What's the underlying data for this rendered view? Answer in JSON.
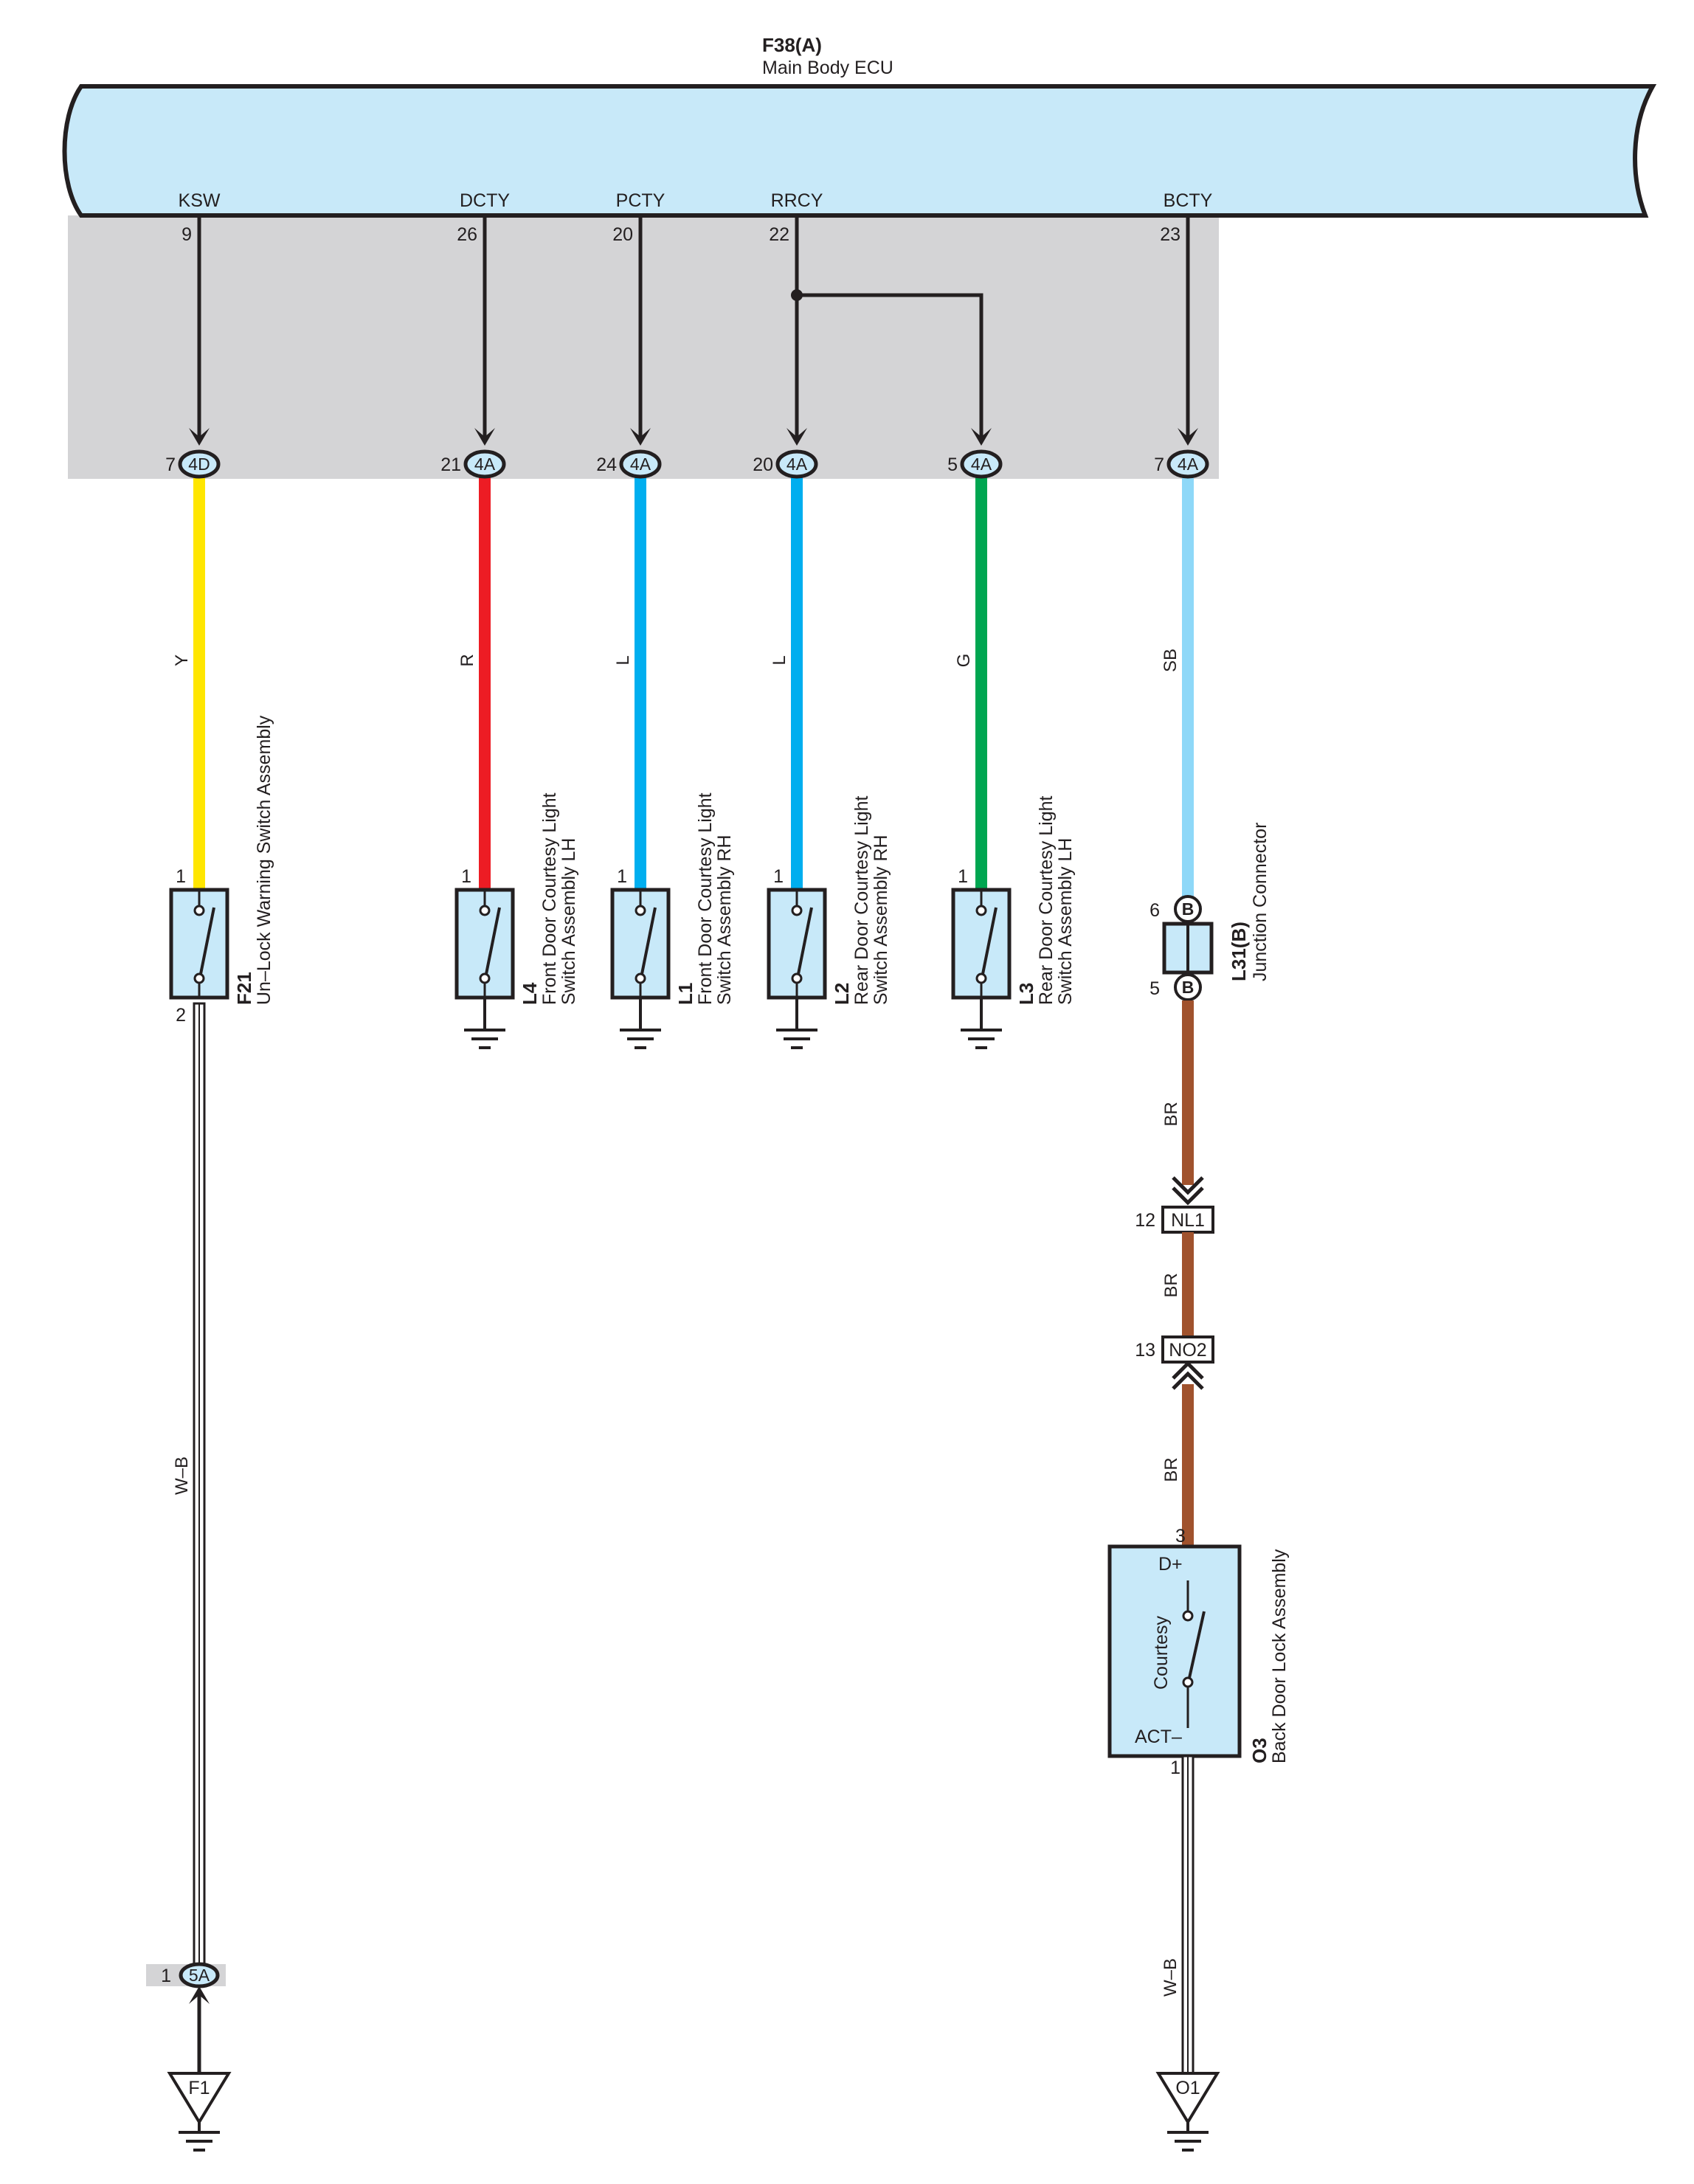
{
  "ecu": {
    "code": "F38(A)",
    "name": "Main Body ECU"
  },
  "terminals": [
    {
      "name": "KSW",
      "pin": "9",
      "conn_pin": "7",
      "conn": "4D",
      "wire": "Y",
      "color": "#ffe600"
    },
    {
      "name": "DCTY",
      "pin": "26",
      "conn_pin": "21",
      "conn": "4A",
      "wire": "R",
      "color": "#ed1c24"
    },
    {
      "name": "PCTY",
      "pin": "20",
      "conn_pin": "24",
      "conn": "4A",
      "wire": "L",
      "color": "#00aeef"
    },
    {
      "name": "RRCY",
      "pin": "22",
      "conn_pin": "20",
      "conn": "4A",
      "wire": "L",
      "color": "#00aeef"
    },
    {
      "name": "",
      "pin": "",
      "conn_pin": "5",
      "conn": "4A",
      "wire": "G",
      "color": "#00a651"
    },
    {
      "name": "BCTY",
      "pin": "23",
      "conn_pin": "7",
      "conn": "4A",
      "wire": "SB",
      "color": "#8ed8f8"
    }
  ],
  "components": [
    {
      "code": "F21",
      "line1": "Un–Lock Warning Switch Assembly",
      "line2": "",
      "pin_top": "1",
      "pin_bottom": "2"
    },
    {
      "code": "L4",
      "line1": "Front Door Courtesy Light",
      "line2": "Switch Assembly LH",
      "pin_top": "1"
    },
    {
      "code": "L1",
      "line1": "Front Door Courtesy Light",
      "line2": "Switch Assembly RH",
      "pin_top": "1"
    },
    {
      "code": "L2",
      "line1": "Rear Door Courtesy Light",
      "line2": "Switch Assembly RH",
      "pin_top": "1"
    },
    {
      "code": "L3",
      "line1": "Rear Door Courtesy Light",
      "line2": "Switch Assembly LH",
      "pin_top": "1"
    }
  ],
  "junction": {
    "code": "L31(B)",
    "name": "Junction Connector",
    "pin_top": "6",
    "pin_bottom": "5",
    "letter": "B"
  },
  "inline": [
    {
      "pin": "12",
      "code": "NL1"
    },
    {
      "pin": "13",
      "code": "NO2"
    }
  ],
  "brown_wires": {
    "w1": "BR",
    "w2": "BR",
    "w3": "BR",
    "color": "#a0522d"
  },
  "back_door": {
    "code": "O3",
    "name": "Back Door Lock Assembly",
    "pin_top": "3",
    "pin_bottom": "1",
    "d_plus": "D+",
    "act_minus": "ACT–",
    "switch_label": "Courtesy"
  },
  "ground_left": {
    "wire": "W–B",
    "conn_pin": "1",
    "conn": "5A",
    "ground": "F1"
  },
  "ground_right": {
    "wire": "W–B",
    "ground": "O1"
  },
  "colors": {
    "ecu_fill": "#c8e9f9",
    "shade": "#d4d4d6",
    "component_fill": "#c8e9f9",
    "line": "#231f20"
  }
}
